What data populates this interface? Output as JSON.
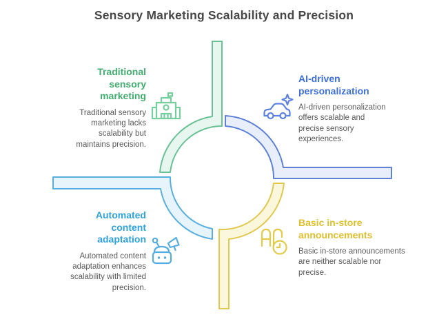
{
  "page": {
    "title": "Sensory Marketing Scalability and Precision",
    "title_color": "#474747",
    "background": "#ffffff",
    "body_text_color": "#595959"
  },
  "quadrants": [
    {
      "position": "top-left",
      "icon": "storefront-icon",
      "title": "Traditional sensory marketing",
      "description": "Traditional sensory marketing lacks scalability but maintains precision.",
      "accent": "#3fae6e",
      "stroke": "#68c295",
      "fill": "#e7f6ee",
      "icon_color": "#74cf9e"
    },
    {
      "position": "top-right",
      "icon": "smart-car-icon",
      "title": "AI-driven personalization",
      "description": "AI-driven personalization offers scalable and precise sensory experiences.",
      "accent": "#3d6fd8",
      "stroke": "#5d81d8",
      "fill": "#e9eefb",
      "icon_color": "#5b82e0"
    },
    {
      "position": "bottom-left",
      "icon": "robot-megaphone-icon",
      "title": "Automated content adaptation",
      "description": "Automated content adaptation enhances scalability with limited precision.",
      "accent": "#2ea2db",
      "stroke": "#58afdf",
      "fill": "#e7f4fc",
      "icon_color": "#54ade0"
    },
    {
      "position": "bottom-right",
      "icon": "ad-clock-icon",
      "title": "Basic in-store announcements",
      "description": "Basic in-store announcements are neither scalable nor precise.",
      "accent": "#ddc02c",
      "stroke": "#e1c84e",
      "fill": "#fbf7dd",
      "icon_color": "#e3cb45"
    }
  ]
}
